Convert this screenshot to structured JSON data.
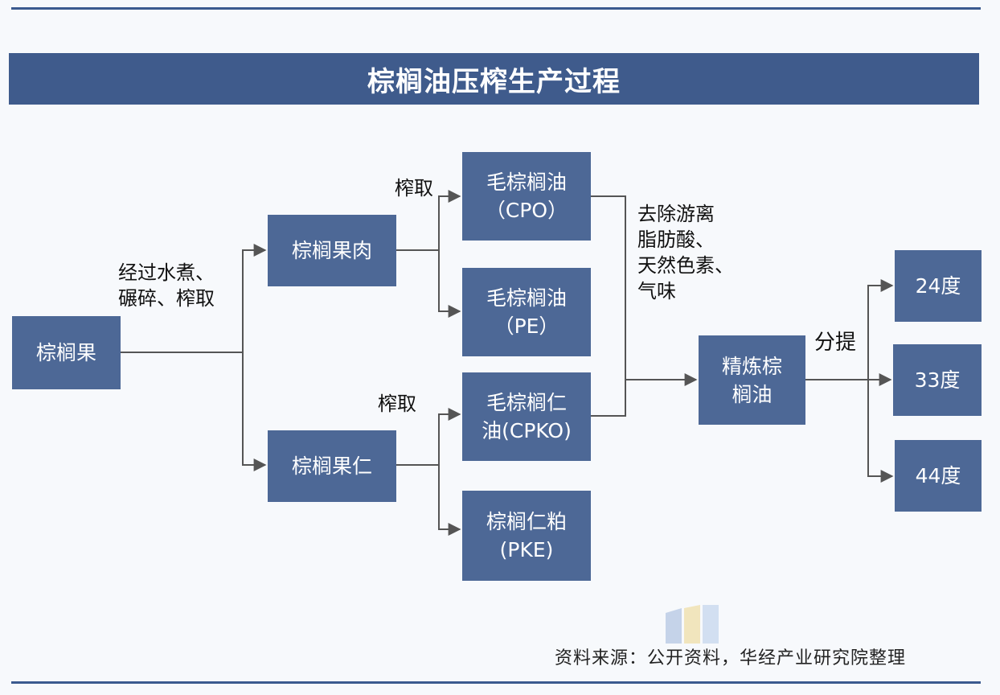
{
  "title": "棕榈油压榨生产过程",
  "nodes": {
    "fruit": "棕榈果",
    "pulp": "棕榈果肉",
    "kernel": "棕榈果仁",
    "cpo": [
      "毛棕榈油",
      "（CPO）"
    ],
    "pe": [
      "毛棕榈油",
      "（PE）"
    ],
    "cpko": [
      "毛棕榈仁",
      "油(CPKO)"
    ],
    "pke": [
      "棕榈仁粕",
      "(PKE)"
    ],
    "refined": [
      "精炼棕",
      "榈油"
    ],
    "grade_24": "24度",
    "grade_33": "33度",
    "grade_44": "44度"
  },
  "edge_labels": {
    "boil_crush": [
      "经过水煮、",
      "碾碎、榨取"
    ],
    "press_top": "榨取",
    "press_bottom": "榨取",
    "refine": [
      "去除游离",
      "脂肪酸、",
      "天然色素、",
      "气味"
    ],
    "fractionation": "分提"
  },
  "source": "资料来源：公开资料，华经产业研究院整理",
  "colors": {
    "box": "#4d6896",
    "title_bar": "#3f5b8c",
    "line": "#555555"
  }
}
